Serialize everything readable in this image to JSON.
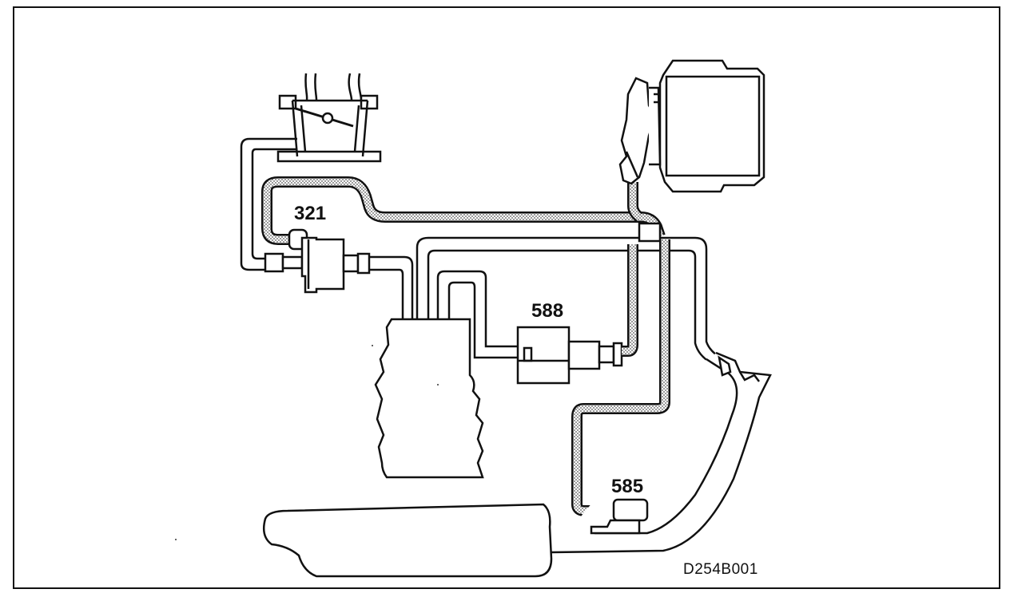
{
  "labels": {
    "comp_321": "321",
    "comp_588": "588",
    "comp_585": "585"
  },
  "figure_code": "D254B001",
  "colors": {
    "line": "#111111",
    "hatched_hose": "#9a9a9a",
    "background": "#ffffff"
  }
}
